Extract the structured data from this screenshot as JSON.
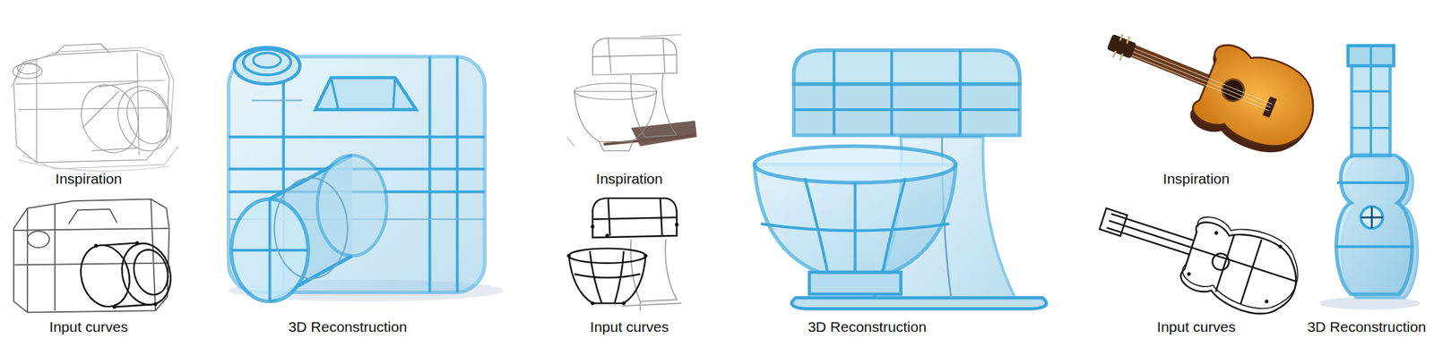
{
  "diagram": {
    "labels": [
      "Inspiration",
      "Input curves",
      "3D Reconstruction",
      "Inspiration",
      "Input curves",
      "3D Reconstruction",
      "Inspiration",
      "Input curves",
      "3D Reconstruction"
    ]
  }
}
